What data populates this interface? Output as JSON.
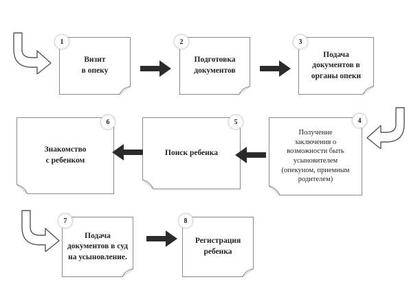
{
  "steps": [
    {
      "number": "1",
      "label": "Визит\nв опеку"
    },
    {
      "number": "2",
      "label": "Подготовка\nдокументов"
    },
    {
      "number": "3",
      "label": "Подача\nдокументов в\nорганы опеки"
    },
    {
      "number": "4",
      "label": "Получение\nзаключения о\nвозможности быть\nусыновителем\n(опекуном, приемным\nродителем)"
    },
    {
      "number": "5",
      "label": "Поиск ребенка"
    },
    {
      "number": "6",
      "label": "Знакомство\nс ребенком"
    },
    {
      "number": "7",
      "label": "Подача\nдокументов в суд\nна усыновление."
    },
    {
      "number": "8",
      "label": "Регистрация\nребенка"
    }
  ],
  "colors": {
    "arrow": "#2b2b2b",
    "card_border": "#8a8a8a",
    "bend_outline": "#555555"
  }
}
